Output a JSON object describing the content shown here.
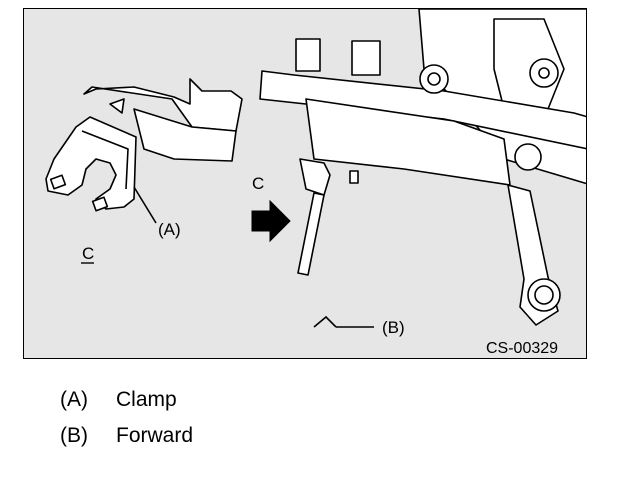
{
  "figure": {
    "label_a": "(A)",
    "label_b": "(B)",
    "label_c_inset": "C",
    "label_c_arrow": "C",
    "code": "CS-00329"
  },
  "legend": [
    {
      "key": "(A)",
      "value": "Clamp"
    },
    {
      "key": "(B)",
      "value": "Forward"
    }
  ],
  "colors": {
    "background": "#e6e6e6",
    "line": "#000000",
    "fill": "#ffffff"
  }
}
